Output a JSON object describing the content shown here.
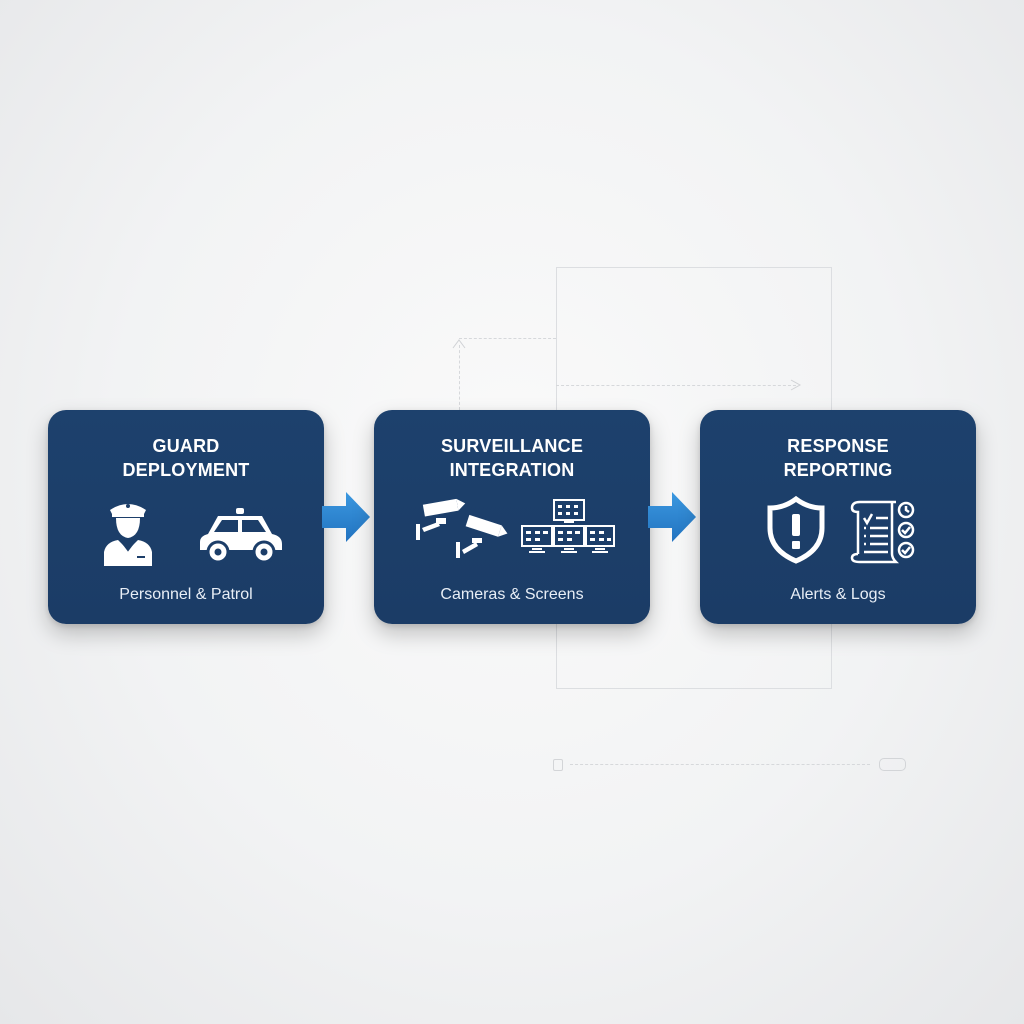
{
  "diagram": {
    "type": "process-flow",
    "colors": {
      "card_bg": "#1c3e69",
      "arrow": "#2e86d3",
      "text": "#ffffff",
      "background": "#f2f3f4"
    },
    "steps": [
      {
        "title": "GUARD\nDEPLOYMENT",
        "subtitle": "Personnel & Patrol",
        "icons": [
          "security-guard-icon",
          "patrol-car-icon"
        ]
      },
      {
        "title": "SURVEILLANCE\nINTEGRATION",
        "subtitle": "Cameras & Screens",
        "icons": [
          "cctv-cameras-icon",
          "monitor-wall-icon"
        ]
      },
      {
        "title": "RESPONSE\nREPORTING",
        "subtitle": "Alerts & Logs",
        "icons": [
          "alert-shield-icon",
          "checklist-log-icon"
        ]
      }
    ],
    "connectors": [
      "arrow-right",
      "arrow-right"
    ]
  }
}
